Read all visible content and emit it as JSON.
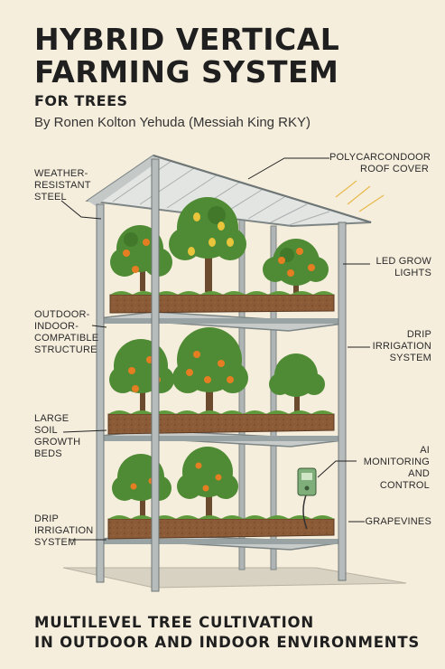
{
  "title": {
    "line1": "HYBRID VERTICAL",
    "line2": "FARMING SYSTEM"
  },
  "subtitle": "FOR TREES",
  "author": "By Ronen Kolton Yehuda (Messiah King RKY)",
  "labels": {
    "roof": "POLYCARCONDOOR ROOF COVER",
    "steel": "WEATHER-RESISTANT STEEL",
    "led": "LED GROW LIGHTS",
    "structure": "OUTDOOR-INDOOR-COMPATIBLE STRUCTURE",
    "drip_top": "DRIP IRRIGATION SYSTEM",
    "beds": "LARGE SOIL GROWTH BEDS",
    "ai": "AI MONITORING AND CONTROL",
    "drip_bottom": "DRIP IRRIGATION SYSTEM",
    "grapes": "GRAPEVINES"
  },
  "bottom": {
    "line1": "MULTILEVEL TREE CULTIVATION",
    "line2": "IN OUTDOOR AND INDOOR ENVIRONMENTS"
  },
  "colors": {
    "background": "#f6eedd",
    "frame": "#9aa3a3",
    "soil": "#8b5a36",
    "foliage": "#4f8a34",
    "orange": "#e57e22",
    "lemon": "#e8c53a"
  }
}
